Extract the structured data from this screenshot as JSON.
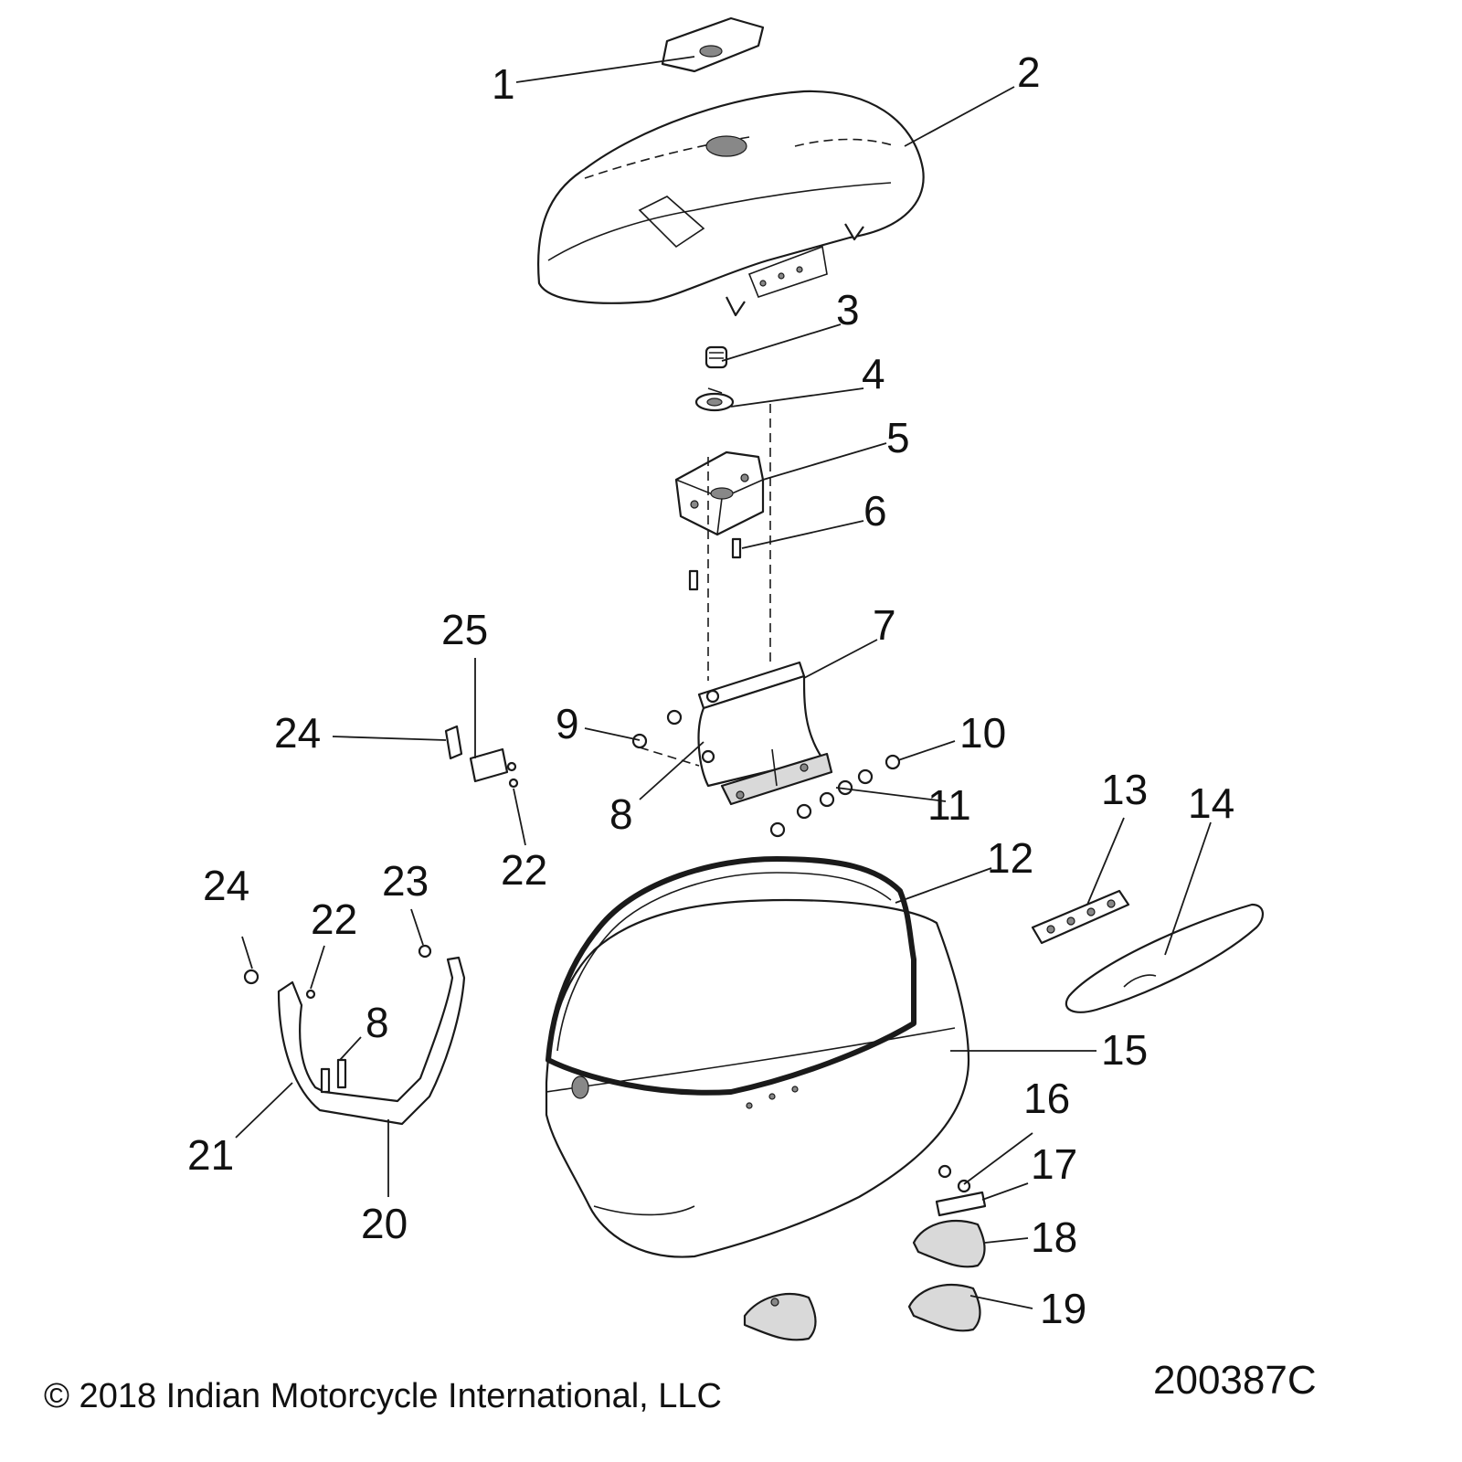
{
  "callouts": [
    "1",
    "2",
    "3",
    "4",
    "5",
    "6",
    "7",
    "8",
    "9",
    "10",
    "11",
    "12",
    "13",
    "14",
    "15",
    "16",
    "17",
    "18",
    "19",
    "20",
    "21",
    "22",
    "23",
    "24",
    "25"
  ],
  "duplicate_callouts": {
    "c8b": "8",
    "c22b": "22",
    "c24b": "24"
  },
  "copyright": "© 2018 Indian Motorcycle International, LLC",
  "drawing_number": "200387C"
}
